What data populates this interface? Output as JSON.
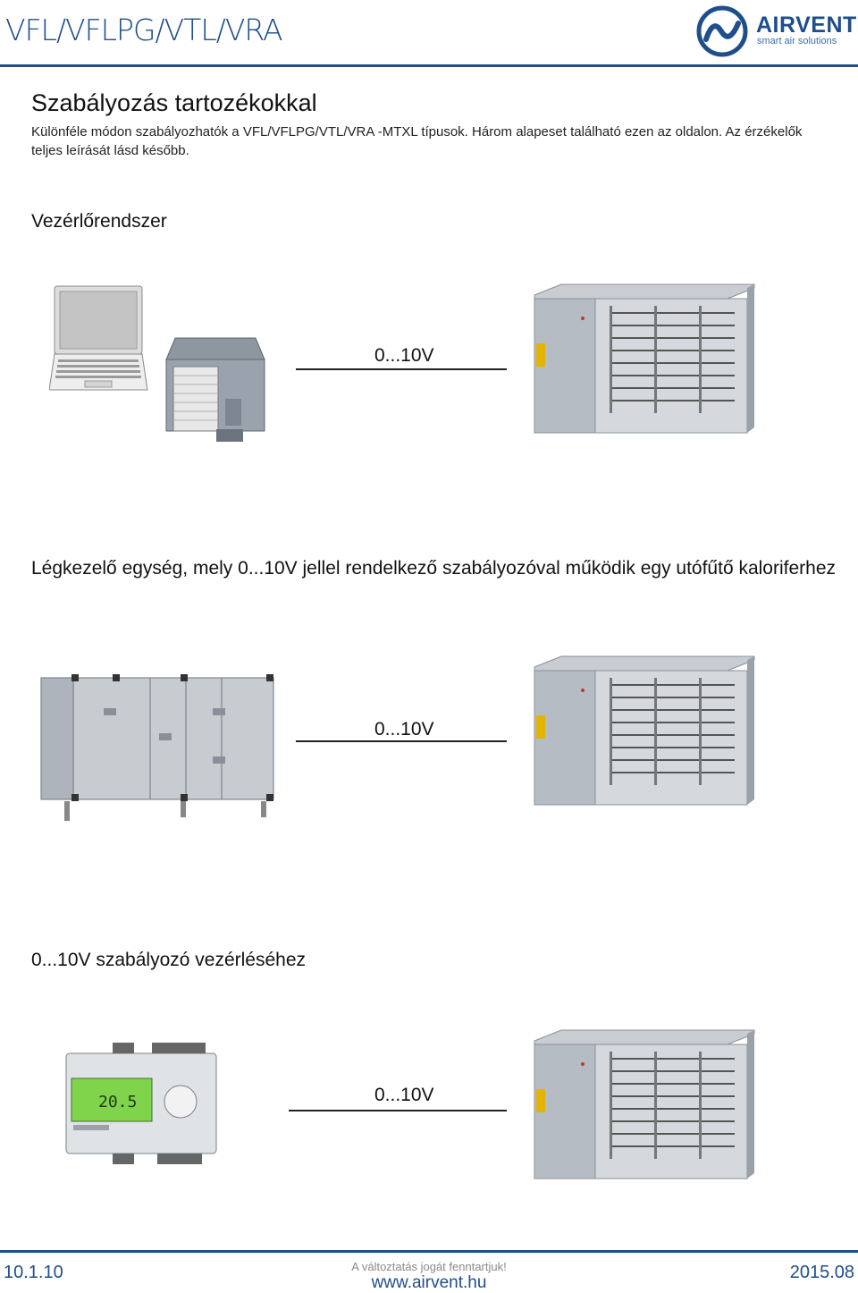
{
  "header": {
    "title": "VFL/VFLPG/VTL/VRA",
    "logo_word": "AIRVENT",
    "logo_tagline": "smart air solutions"
  },
  "heading": "Szabályozás tartozékokkal",
  "intro": "Különféle módon szabályozhatók a VFL/VFLPG/VTL/VRA -MTXL típusok. Három alapeset található ezen az oldalon. Az érzékelők teljes leírását lásd később.",
  "sections": [
    {
      "title": "Vezérlőrendszer",
      "signal": "0...10V"
    },
    {
      "title": "Légkezelő egység, mely 0...10V jellel rendelkező szabályozóval működik egy utófűtő kaloriferhez",
      "signal": "0...10V"
    },
    {
      "title": "0...10V szabályozó vezérléséhez",
      "signal": "0...10V"
    }
  ],
  "controller_display": "20.5",
  "footer": {
    "page_code": "10.1.10",
    "note": "A változtatás jogát fenntartjuk!",
    "url": "www.airvent.hu",
    "date": "2015.08"
  },
  "colors": {
    "brand": "#1f4e8c"
  }
}
